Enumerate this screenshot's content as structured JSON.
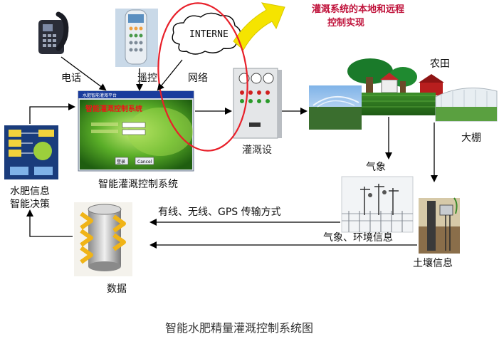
{
  "title": {
    "line1": "灌溉系统的本地和远程",
    "line2": "控制实现"
  },
  "labels": {
    "phone": "电话",
    "remote": "遥控",
    "network": "网络",
    "internet": "INTERNE",
    "farmland": "农田",
    "greenhouse": "大棚",
    "irrigation_device": "灌溉设",
    "weather": "气象",
    "smart_system": "智能灌溉控制系统",
    "decision": {
      "line1": "水肥信息",
      "line2": "智能决策"
    },
    "transmission": "有线、无线、GPS 传输方式",
    "env_info": "气象、环境信息",
    "soil_info": "土壤信息",
    "data": "数据",
    "caption": "智能水肥精量灌溉控制系统图"
  },
  "window": {
    "title": "水肥智能灌溉平台",
    "heading": "智能灌溉控制系统",
    "ok": "登录",
    "cancel": "Cancel"
  },
  "colors": {
    "title": "#c0143c",
    "highlight_ellipse": "#e8202a",
    "arrow_yellow": "#f5e400",
    "window_title": "#1a3c9c"
  }
}
